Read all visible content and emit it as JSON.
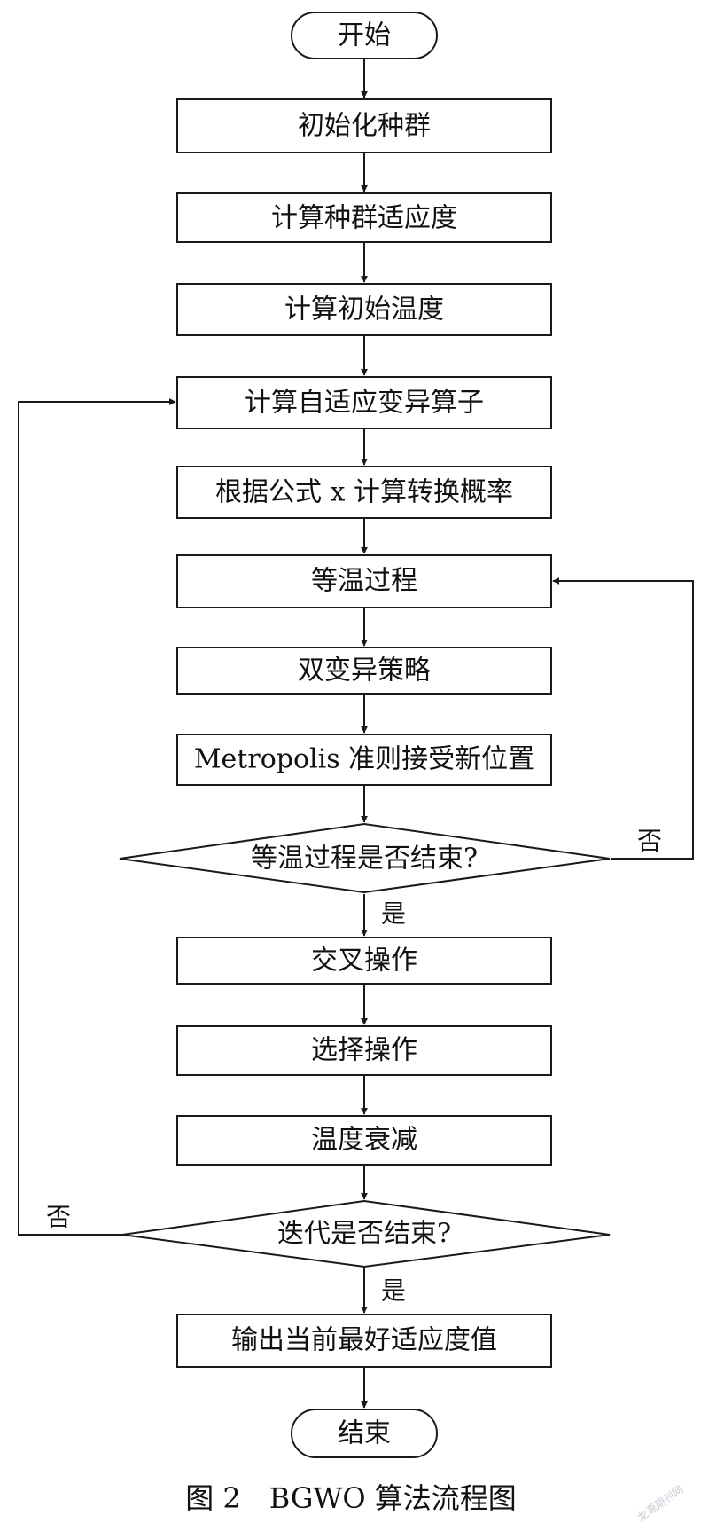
{
  "nodes": {
    "start": "开始",
    "init_population": "初始化种群",
    "calc_fitness": "计算种群适应度",
    "calc_init_temp": "计算初始温度",
    "calc_adaptive_mutation": "计算自适应变异算子",
    "calc_transition_prob": "根据公式 x 计算转换概率",
    "isothermal_process": "等温过程",
    "dual_mutation": "双变异策略",
    "metropolis_accept": "Metropolis 准则接受新位置",
    "isothermal_end_check": "等温过程是否结束?",
    "crossover": "交叉操作",
    "selection": "选择操作",
    "temp_decay": "温度衰减",
    "iteration_end_check": "迭代是否结束?",
    "output_best": "输出当前最好适应度值",
    "end": "结束"
  },
  "edge_labels": {
    "isothermal_no": "否",
    "isothermal_yes": "是",
    "iteration_no": "否",
    "iteration_yes": "是"
  },
  "caption": "图 2　BGWO 算法流程图",
  "watermark": "龙源期刊网"
}
